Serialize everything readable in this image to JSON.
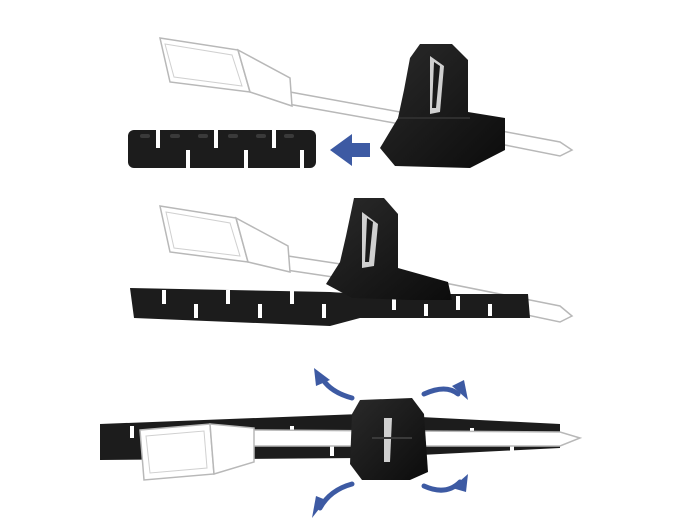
{
  "image": {
    "subject": "cable-organizer-spiral-wrap-with-threading-tool",
    "steps": [
      {
        "label": "",
        "arrow": "left-arrow"
      },
      {
        "label": "",
        "arrow": ""
      },
      {
        "label": "",
        "arrow": "rotate-arrows"
      }
    ]
  },
  "colors": {
    "background": "#ffffff",
    "wrap": "#1c1c1c",
    "wrap_highlight": "#3a3a3a",
    "tool": "#151515",
    "cable": "#ffffff",
    "cable_outline": "#b8b8b8",
    "arrow": "#3d5aa3"
  }
}
